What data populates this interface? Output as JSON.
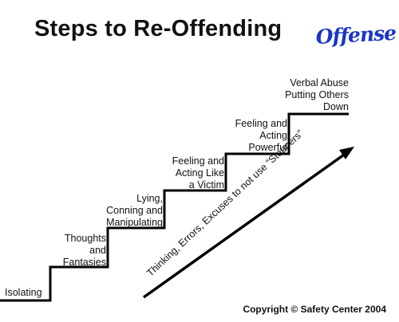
{
  "title": "Steps to Re-Offending",
  "logo_text": "Offense",
  "steps": [
    {
      "lines": [
        "Isolating"
      ]
    },
    {
      "lines": [
        "Thoughts",
        "and",
        "Fantasies"
      ]
    },
    {
      "lines": [
        "Lying,",
        "Conning and",
        "Manipulating"
      ]
    },
    {
      "lines": [
        "Feeling and",
        "Acting Like",
        "a Victim"
      ]
    },
    {
      "lines": [
        "Feeling and",
        "Acting",
        "Powerful"
      ]
    },
    {
      "lines": [
        "Verbal Abuse",
        "Putting Others",
        "Down"
      ]
    }
  ],
  "arrow_label": "Thinking, Errors, Excuses to not use “Stoppers”",
  "copyright": "Copyright © Safety Center 2004",
  "colors": {
    "logo": "#1a36c4",
    "lines": "#000000"
  }
}
